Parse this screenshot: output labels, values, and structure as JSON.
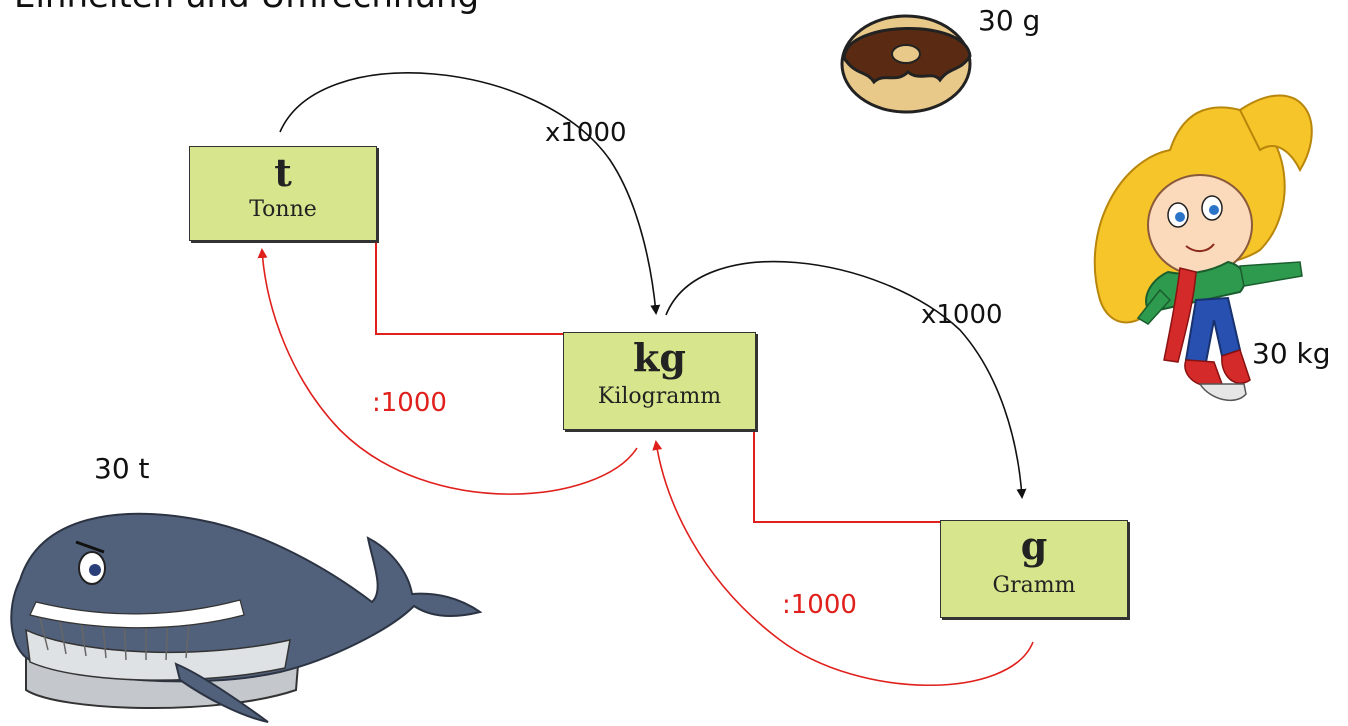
{
  "title": "Einheiten und Umrechnung",
  "units": {
    "tonne": {
      "symbol": "t",
      "name": "Tonne"
    },
    "kilogram": {
      "symbol": "kg",
      "name": "Kilogramm"
    },
    "gram": {
      "symbol": "g",
      "name": "Gramm"
    }
  },
  "conversions": {
    "t_to_kg": "x1000",
    "kg_to_g": "x1000",
    "kg_to_t": ":1000",
    "g_to_kg": ":1000"
  },
  "examples": {
    "whale": "30 t",
    "girl": "30 kg",
    "donut": "30 g"
  },
  "colors": {
    "box_fill": "#d7e58c",
    "multiply_arrow": "#111111",
    "divide_arrow": "#e0201c",
    "stair_line": "#e0201c"
  },
  "icons": [
    "whale-icon",
    "girl-icon",
    "donut-icon"
  ]
}
